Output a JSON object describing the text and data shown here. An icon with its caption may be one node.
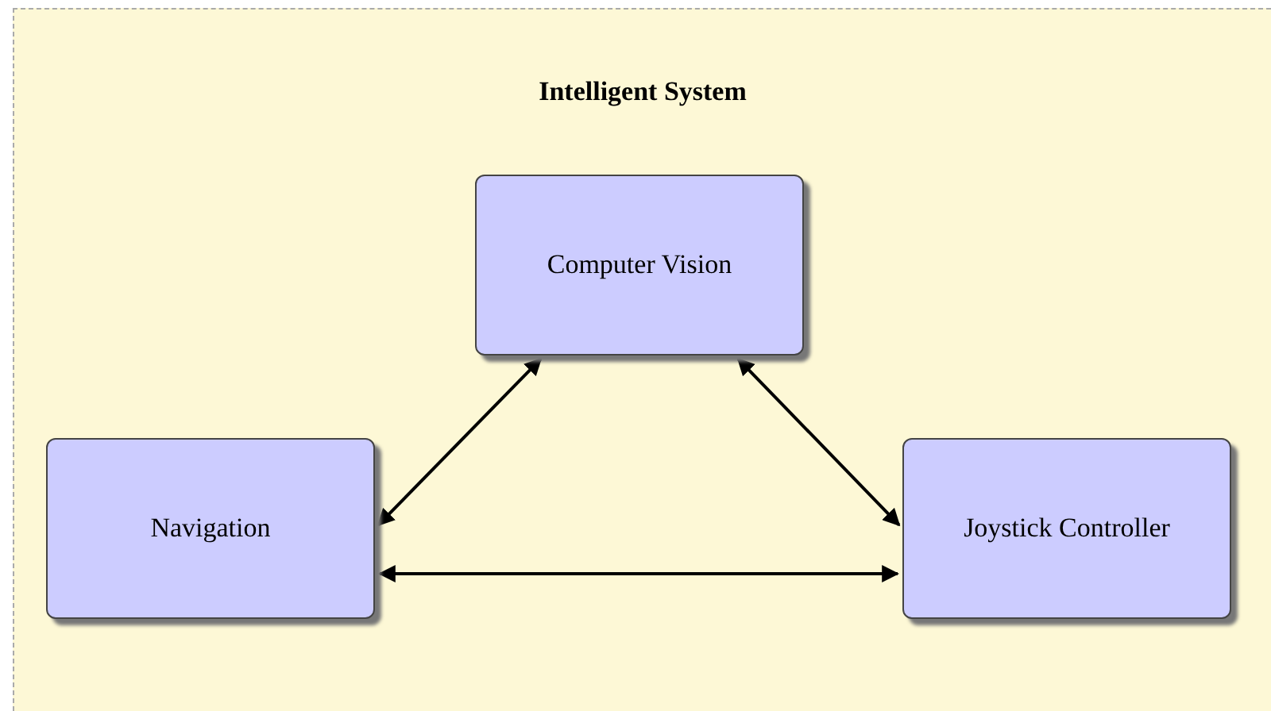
{
  "diagram": {
    "nodes": [
      {
        "text": [
          "Intelligent System"
        ]
      },
      {
        "text": [
          "Computer Vision"
        ],
        "in": 0
      },
      {
        "text": [
          "Navigation"
        ],
        "in": 0
      },
      {
        "text": [
          "Joystick Controller"
        ],
        "in": 0
      }
    ],
    "edges": [
      {
        "from": 1,
        "to": 2,
        "arrow": "both"
      },
      {
        "from": 1,
        "to": 3,
        "arrow": "both"
      },
      {
        "from": 2,
        "to": 3,
        "arrow": "both"
      }
    ]
  }
}
